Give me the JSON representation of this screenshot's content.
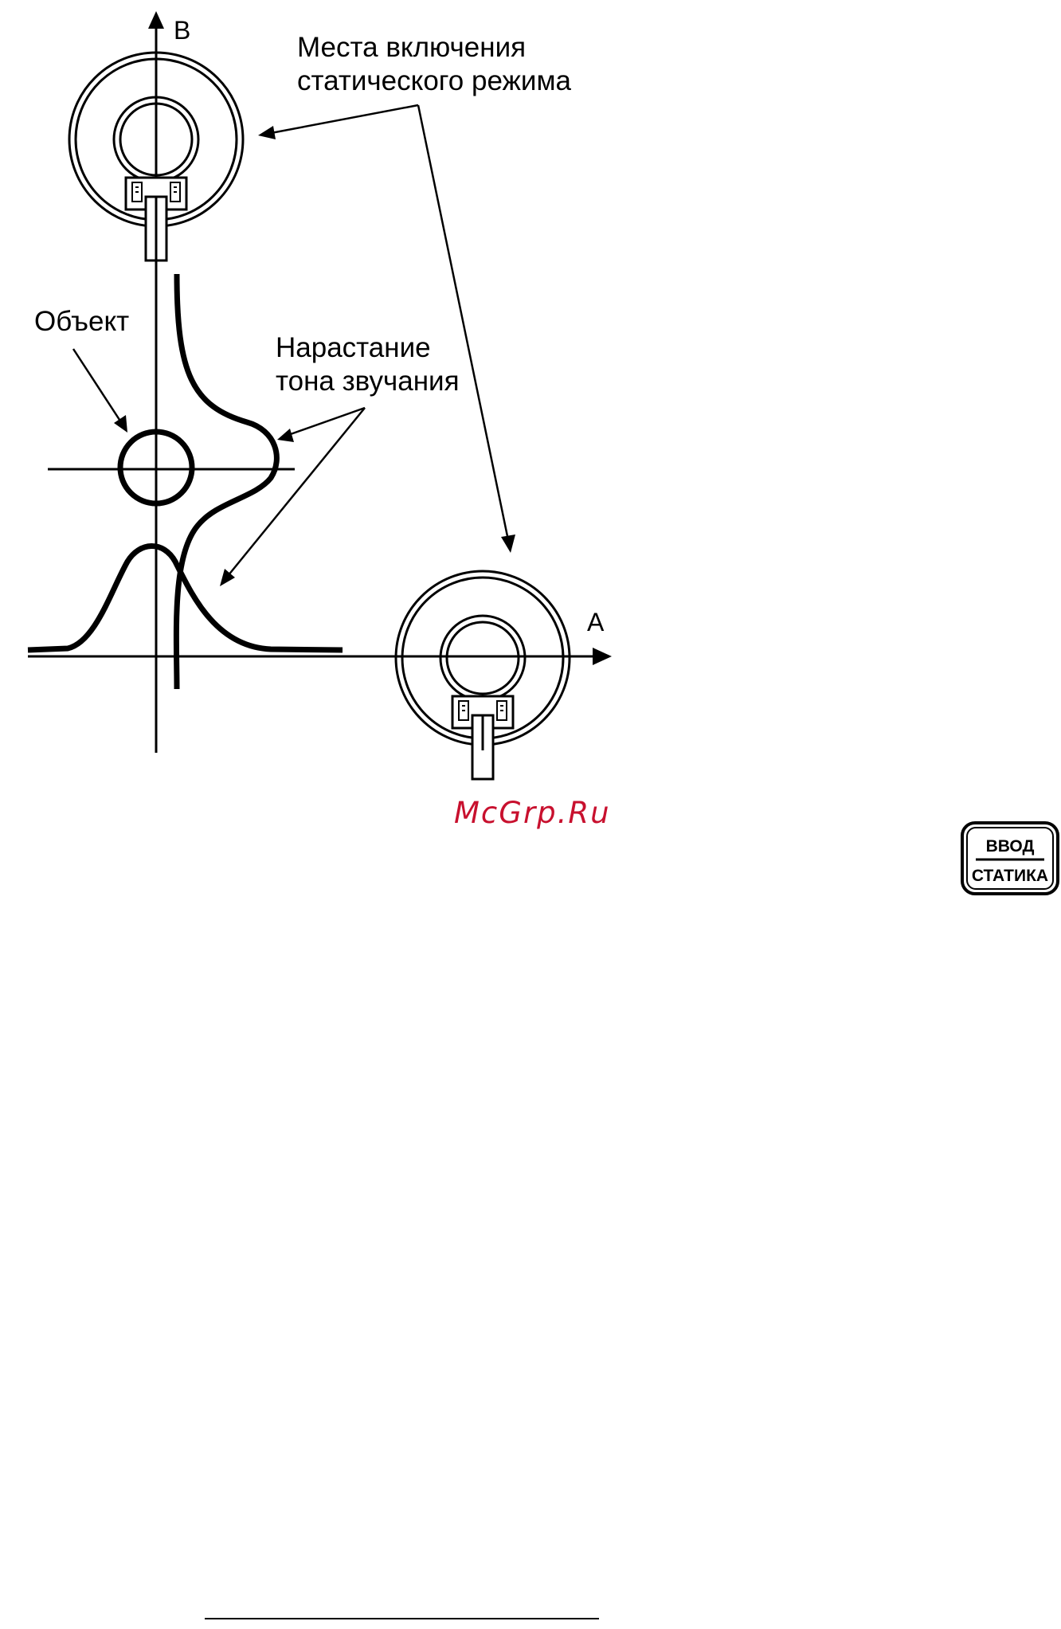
{
  "axes": {
    "vertical_label": "B",
    "horizontal_label": "A"
  },
  "labels": {
    "static_mode_line1": "Места включения",
    "static_mode_line2": "статического режима",
    "object": "Объект",
    "tone_rise_line1": "Нарастание",
    "tone_rise_line2": "тона звучания"
  },
  "watermark": {
    "text": "McGrp.Ru",
    "color": "#c8102e"
  },
  "button": {
    "top_label": "ВВОД",
    "bottom_label": "СТАТИКА"
  },
  "colors": {
    "ink": "#000000",
    "background": "#ffffff"
  },
  "icons": [
    "search-coil-icon",
    "arrow-icon",
    "target-object-icon"
  ]
}
